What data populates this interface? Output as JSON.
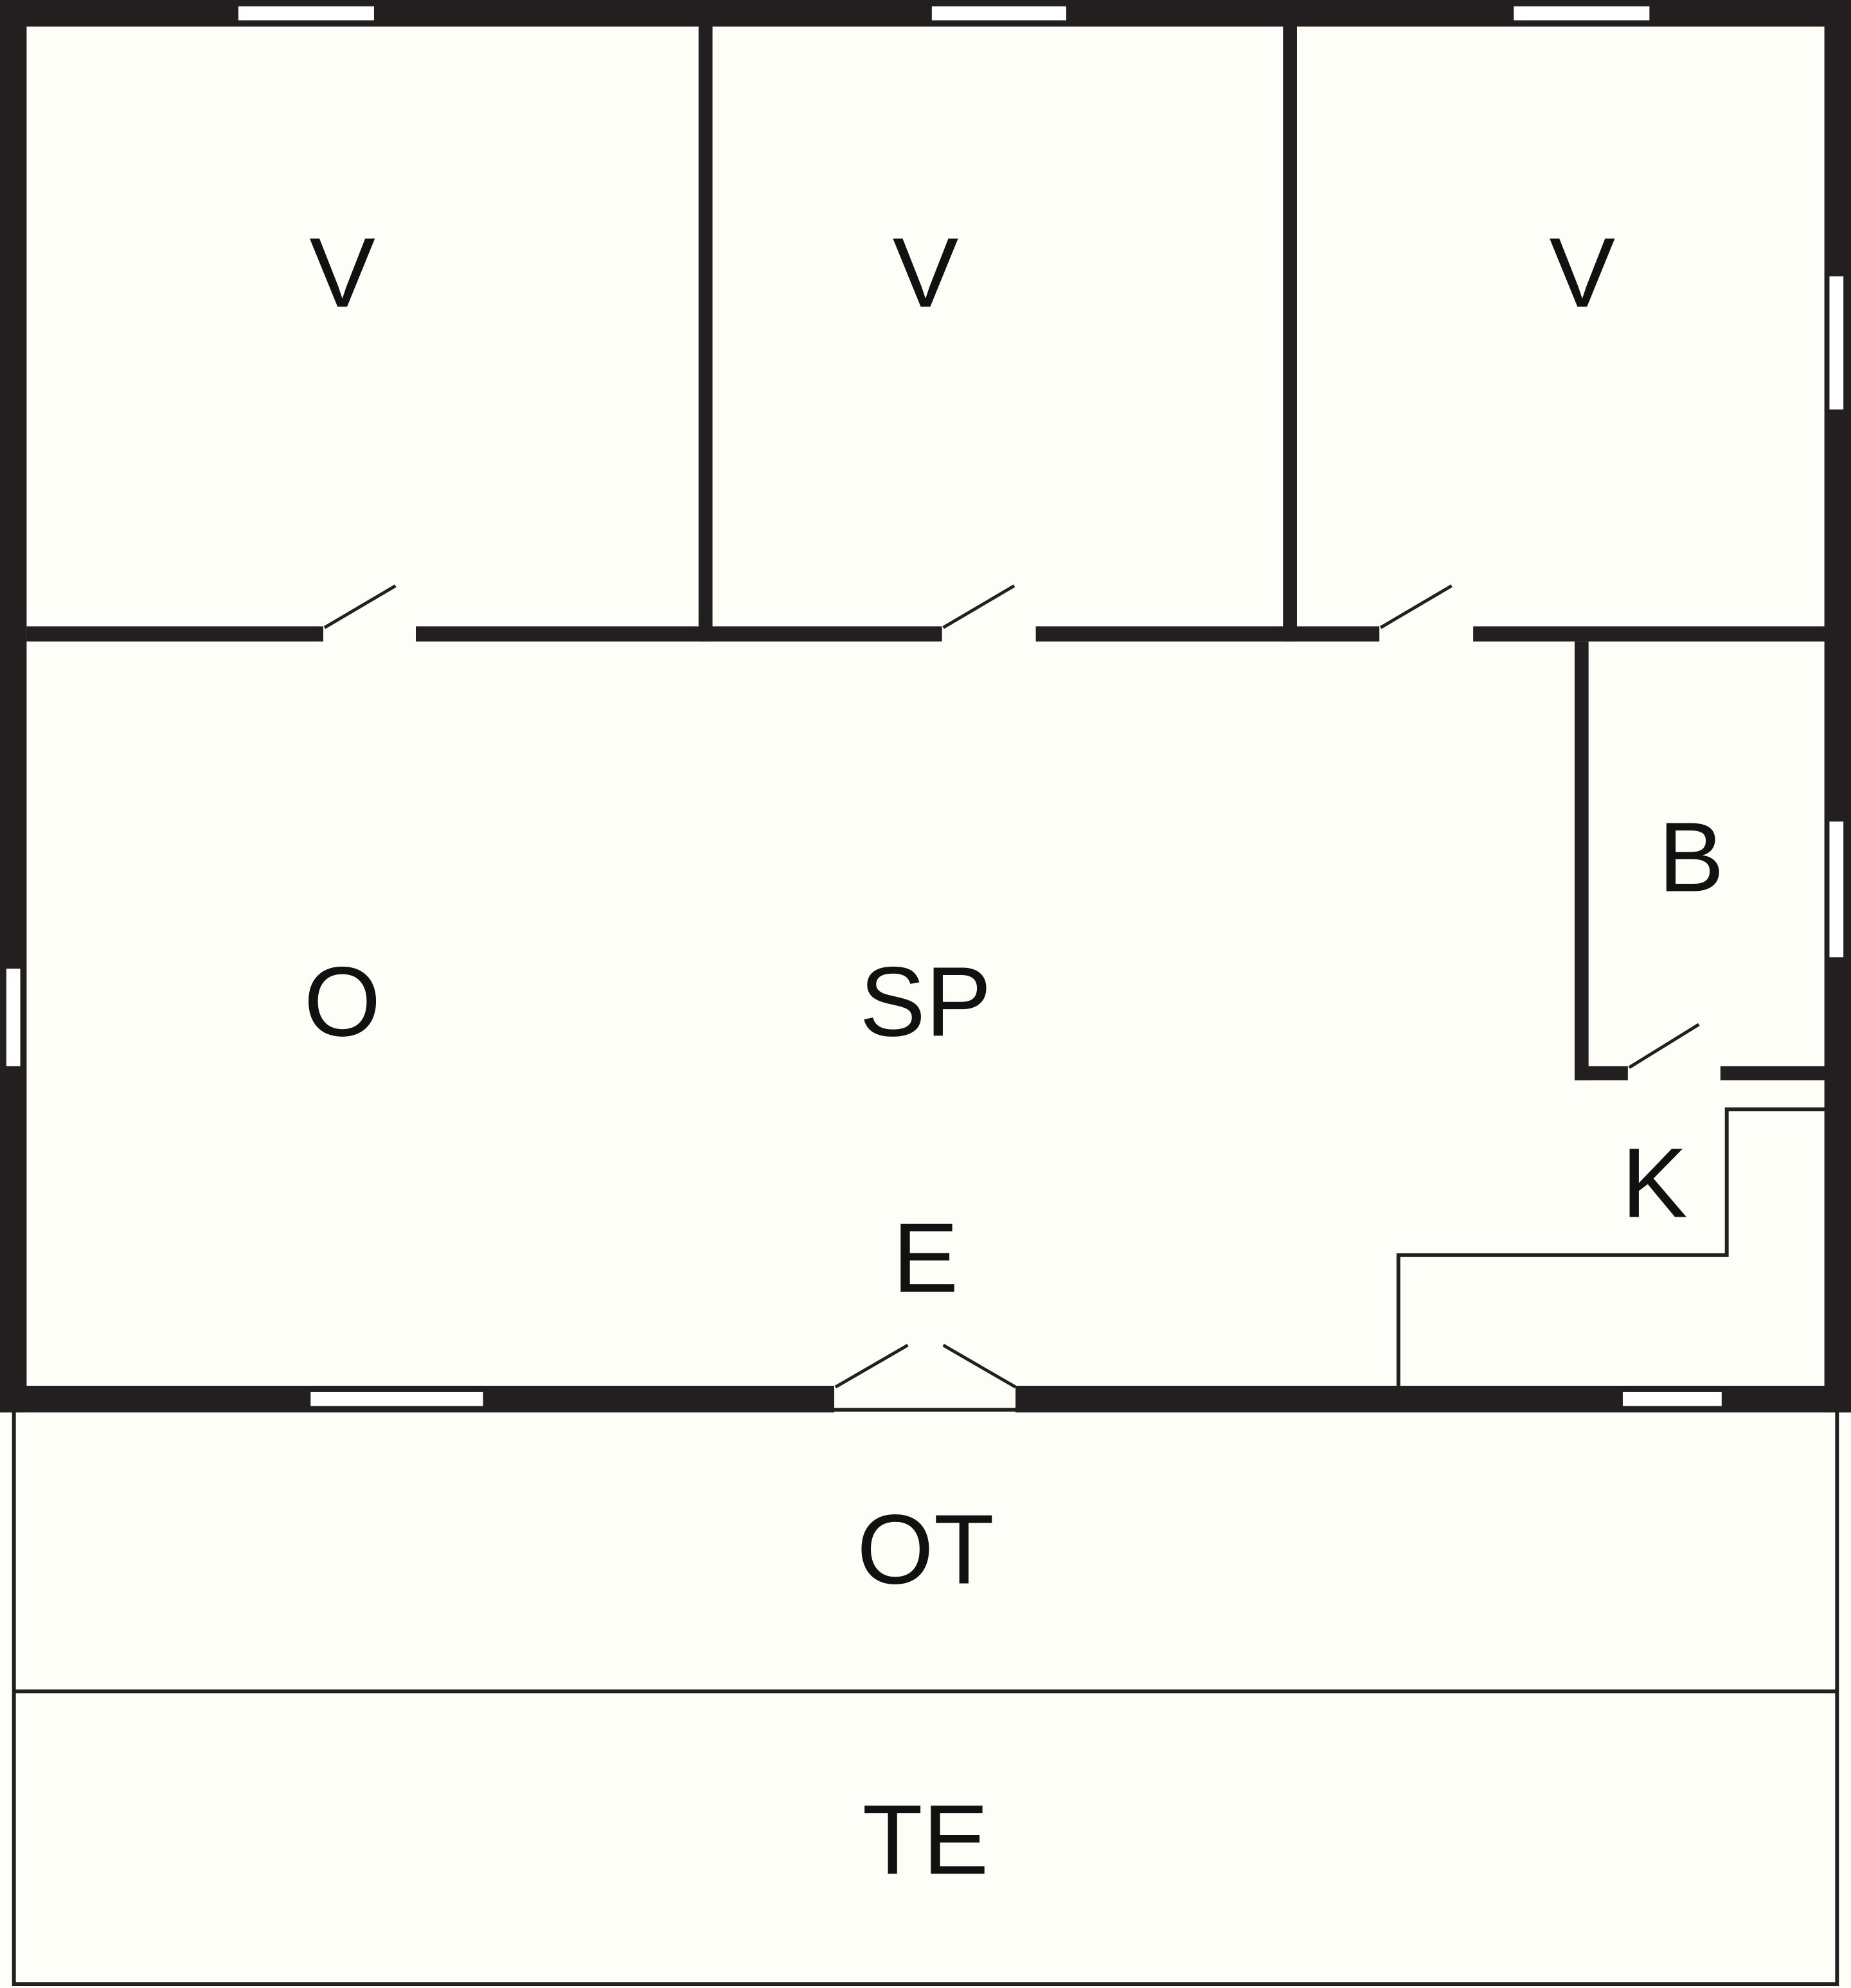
{
  "plan": {
    "background_color": "#fefef8",
    "wall_color": "#231f20",
    "window_color": "#ffffff",
    "rooms": [
      {
        "id": "bedroom-1",
        "label": "V"
      },
      {
        "id": "bedroom-2",
        "label": "V"
      },
      {
        "id": "bedroom-3",
        "label": "V"
      },
      {
        "id": "living-room",
        "label": "O"
      },
      {
        "id": "dining-area",
        "label": "SP"
      },
      {
        "id": "bathroom",
        "label": "B"
      },
      {
        "id": "kitchen",
        "label": "K"
      },
      {
        "id": "entrance",
        "label": "E"
      },
      {
        "id": "covered-terrace",
        "label": "OT"
      },
      {
        "id": "terrace",
        "label": "TE"
      }
    ]
  }
}
